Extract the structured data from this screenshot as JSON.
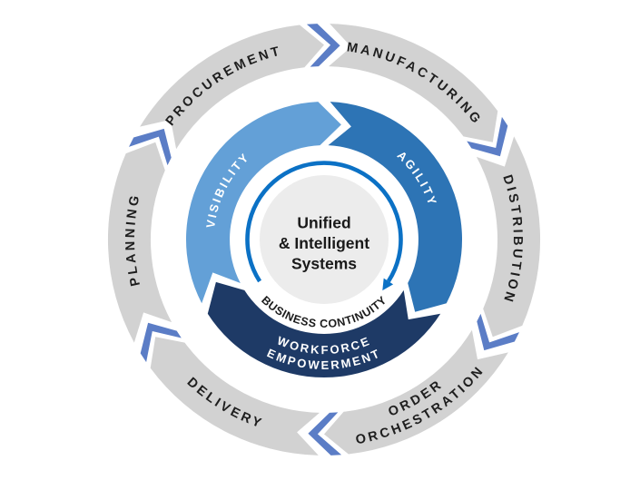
{
  "diagram": {
    "outer_ring": {
      "color": "#d2d2d2",
      "text_color": "#1e1e1e",
      "segments": [
        {
          "id": "procurement",
          "label": "PROCUREMENT"
        },
        {
          "id": "manufacturing",
          "label": "MANUFACTURING"
        },
        {
          "id": "distribution",
          "label": "DISTRIBUTION"
        },
        {
          "id": "order-orchestration",
          "label": "ORDER ORCHESTRATION",
          "line1": "ORDER",
          "line2": "ORCHESTRATION"
        },
        {
          "id": "delivery",
          "label": "DELIVERY"
        },
        {
          "id": "planning",
          "label": "PLANNING"
        }
      ]
    },
    "flow_chevron_color": "#5b7dc6",
    "inner_ring": {
      "text_color": "#ffffff",
      "segments": [
        {
          "id": "visibility",
          "label": "VISIBILITY",
          "color": "#63a0d7"
        },
        {
          "id": "agility",
          "label": "AGILITY",
          "color": "#2d74b5"
        },
        {
          "id": "workforce-empowerment",
          "label": "WORKFORCE EMPOWERMENT",
          "line1": "WORKFORCE",
          "line2": "EMPOWERMENT",
          "color": "#1e3a66"
        }
      ]
    },
    "cycle_arrow_color": "#0b71c5",
    "center": {
      "fill": "#ececec",
      "text_color": "#1a1a1a",
      "title_lines": [
        "Unified",
        "& Intelligent",
        "Systems"
      ]
    },
    "continuity_label": {
      "text": "BUSINESS CONTINUITY",
      "color": "#1c1c1c"
    }
  }
}
